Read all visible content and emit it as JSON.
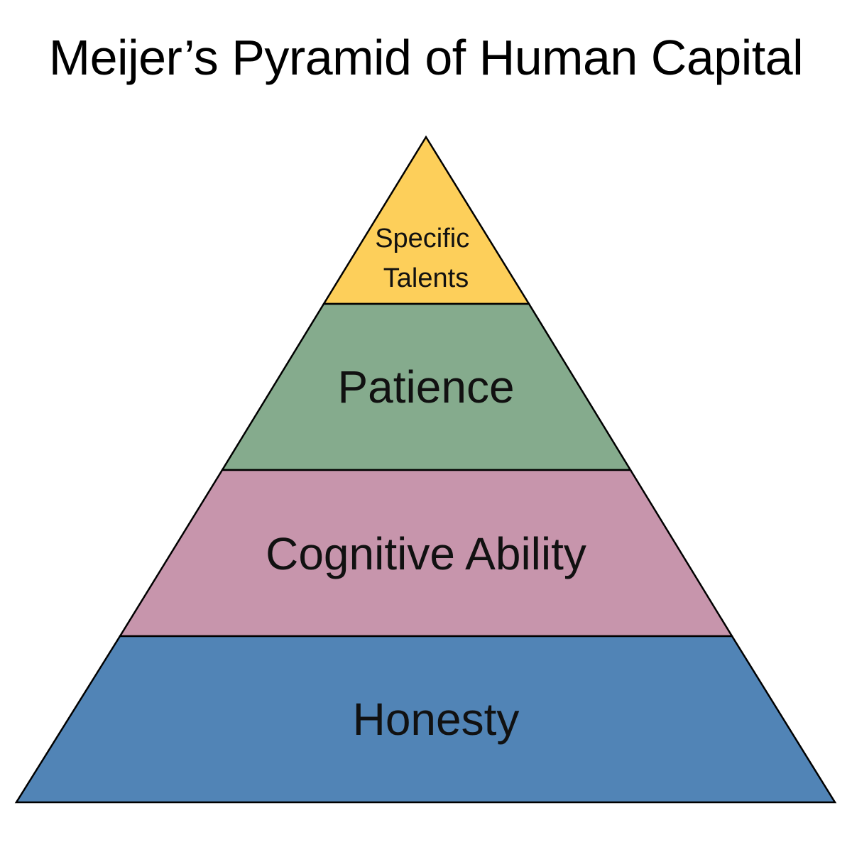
{
  "title": "Meijer’s Pyramid of Human Capital",
  "tiers": [
    {
      "id": "specific-talents",
      "lines": [
        "Specific",
        "Talents"
      ],
      "color": "#fdcf5a"
    },
    {
      "id": "patience",
      "lines": [
        "Patience"
      ],
      "color": "#85ab8d"
    },
    {
      "id": "cognitive-ability",
      "lines": [
        "Cognitive Ability"
      ],
      "color": "#c795ac"
    },
    {
      "id": "honesty",
      "lines": [
        "Honesty"
      ],
      "color": "#5184b6"
    }
  ],
  "outline_color": "#000000"
}
